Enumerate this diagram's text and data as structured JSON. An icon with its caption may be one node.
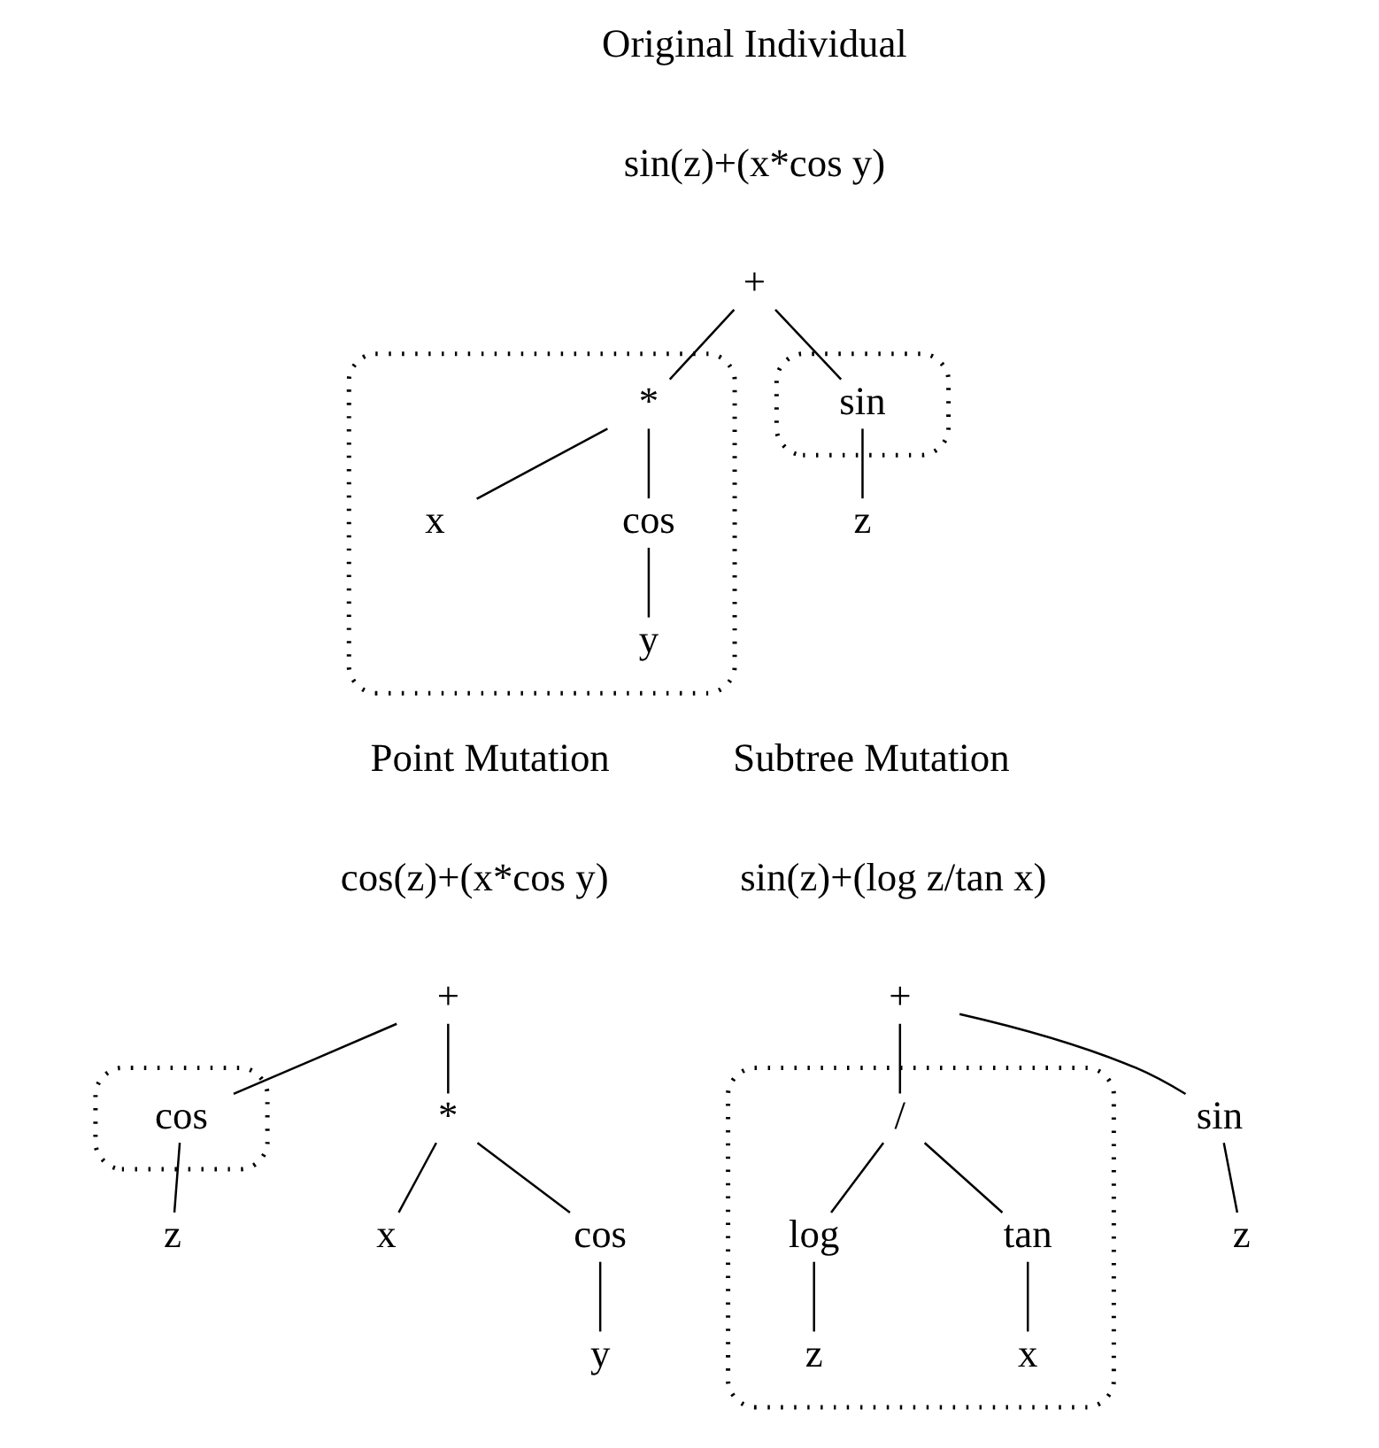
{
  "diagram": {
    "nodes": [
      {
        "text": [
          "+"
        ]
      },
      {
        "text": [],
        "shape": "box"
      },
      {
        "text": [
          "sin"
        ],
        "in": 1
      },
      {
        "text": [
          "z"
        ]
      },
      {
        "text": [],
        "shape": "box"
      },
      {
        "text": [
          "*"
        ],
        "in": 4
      },
      {
        "text": [
          "x"
        ],
        "in": 4
      },
      {
        "text": [
          "cos"
        ],
        "in": 4
      },
      {
        "text": [
          "y"
        ],
        "in": 4
      },
      {
        "text": [
          "+"
        ]
      },
      {
        "text": [],
        "shape": "box"
      },
      {
        "text": [
          "cos"
        ],
        "in": 10
      },
      {
        "text": [
          "z"
        ]
      },
      {
        "text": [
          "*"
        ]
      },
      {
        "text": [
          "x"
        ]
      },
      {
        "text": [
          "cos"
        ]
      },
      {
        "text": [
          "y"
        ]
      },
      {
        "text": [
          "+"
        ]
      },
      {
        "text": [
          "sin"
        ]
      },
      {
        "text": [
          "z"
        ]
      },
      {
        "text": [],
        "shape": "box"
      },
      {
        "text": [
          "/"
        ],
        "in": 20
      },
      {
        "text": [
          "log"
        ],
        "in": 20
      },
      {
        "text": [
          "tan"
        ],
        "in": 20
      },
      {
        "text": [
          "z"
        ],
        "in": 20
      },
      {
        "text": [
          "x"
        ],
        "in": 20
      }
    ],
    "edges": [
      {
        "from": 0,
        "to": 2,
        "arrow": "none"
      },
      {
        "from": 2,
        "to": 3,
        "arrow": "none"
      },
      {
        "from": 0,
        "to": 5,
        "arrow": "none"
      },
      {
        "from": 5,
        "to": 6,
        "arrow": "none"
      },
      {
        "from": 5,
        "to": 7,
        "arrow": "none"
      },
      {
        "from": 7,
        "to": 8,
        "arrow": "none"
      },
      {
        "from": 9,
        "to": 11,
        "arrow": "none"
      },
      {
        "from": 11,
        "to": 12,
        "arrow": "none"
      },
      {
        "from": 9,
        "to": 13,
        "arrow": "none"
      },
      {
        "from": 13,
        "to": 14,
        "arrow": "none"
      },
      {
        "from": 13,
        "to": 15,
        "arrow": "none"
      },
      {
        "from": 15,
        "to": 16,
        "arrow": "none"
      },
      {
        "from": 17,
        "to": 18,
        "arrow": "none"
      },
      {
        "from": 18,
        "to": 19,
        "arrow": "none"
      },
      {
        "from": 17,
        "to": 21,
        "arrow": "none"
      },
      {
        "from": 21,
        "to": 22,
        "arrow": "none"
      },
      {
        "from": 21,
        "to": 23,
        "arrow": "none"
      },
      {
        "from": 22,
        "to": 24,
        "arrow": "none"
      },
      {
        "from": 23,
        "to": 25,
        "arrow": "none"
      }
    ],
    "labels": [
      "Original Individual",
      "sin(z)+(x*cos y)",
      "Point Mutation",
      "cos(z)+(x*cos y)",
      "Subtree Mutation",
      "sin(z)+(log z/tan x)"
    ]
  }
}
